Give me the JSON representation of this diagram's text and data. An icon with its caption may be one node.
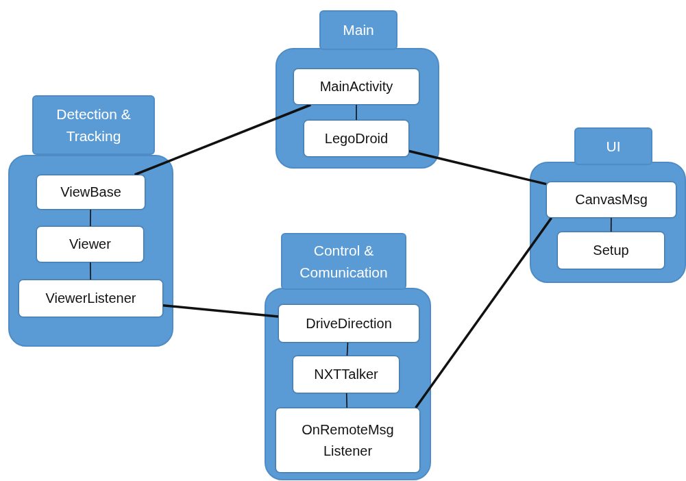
{
  "diagram": {
    "nodes": [
      {
        "text": [
          "Main"
        ]
      },
      {
        "text": [
          "MainActivity"
        ],
        "in": 0
      },
      {
        "text": [
          "LegoDroid"
        ],
        "in": 0
      },
      {
        "text": [
          "Detection & Tracking"
        ]
      },
      {
        "text": [
          "ViewBase"
        ],
        "in": 3
      },
      {
        "text": [
          "Viewer"
        ],
        "in": 3
      },
      {
        "text": [
          "ViewerListener"
        ],
        "in": 3
      },
      {
        "text": [
          "UI"
        ]
      },
      {
        "text": [
          "CanvasMsg"
        ],
        "in": 7
      },
      {
        "text": [
          "Setup"
        ],
        "in": 7
      },
      {
        "text": [
          "Control & Comunication"
        ]
      },
      {
        "text": [
          "DriveDirection"
        ],
        "in": 10
      },
      {
        "text": [
          "NXTTalker"
        ],
        "in": 10
      },
      {
        "text": [
          "OnRemoteMsg Listener"
        ],
        "in": 10
      }
    ],
    "edges": [
      {
        "from": 1,
        "to": 2,
        "arrow": "none"
      },
      {
        "from": 1,
        "to": 4,
        "arrow": "none",
        "style": "thick"
      },
      {
        "from": 2,
        "to": 8,
        "arrow": "none",
        "style": "thick"
      },
      {
        "from": 4,
        "to": 5,
        "arrow": "none"
      },
      {
        "from": 5,
        "to": 6,
        "arrow": "none"
      },
      {
        "from": 6,
        "to": 11,
        "arrow": "none",
        "style": "thick"
      },
      {
        "from": 8,
        "to": 9,
        "arrow": "none"
      },
      {
        "from": 11,
        "to": 12,
        "arrow": "none"
      },
      {
        "from": 12,
        "to": 13,
        "arrow": "none"
      },
      {
        "from": 13,
        "to": 8,
        "arrow": "none",
        "style": "thick"
      }
    ]
  }
}
